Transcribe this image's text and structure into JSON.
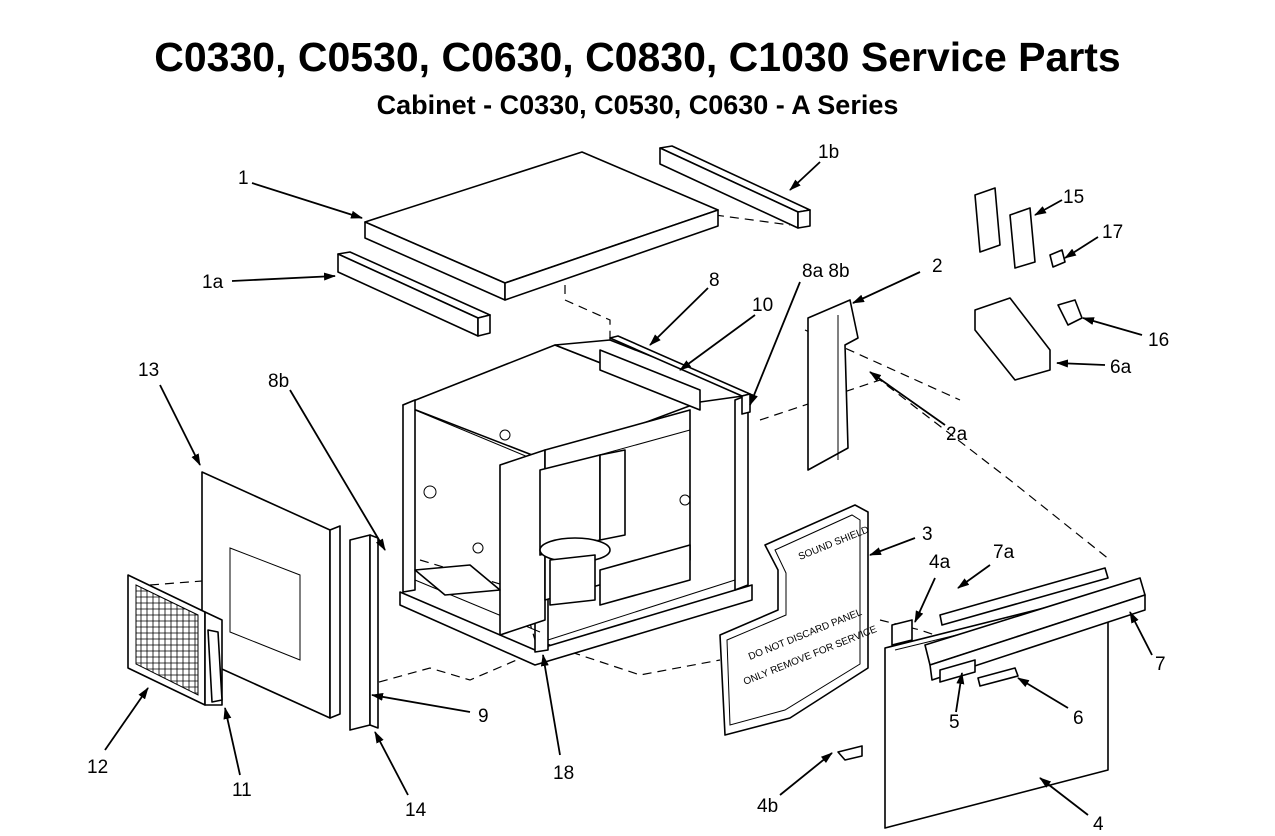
{
  "title": "C0330, C0530, C0630, C0830, C1030 Service Parts",
  "subtitle": "Cabinet - C0330, C0530, C0630 - A Series",
  "panel_text": {
    "line1": "DO NOT DISCARD PANEL",
    "line2": "ONLY REMOVE FOR SERVICE",
    "sound_shield": "SOUND SHIELD"
  },
  "callouts": {
    "c1": "1",
    "c1a": "1a",
    "c1b": "1b",
    "c2": "2",
    "c2a": "2a",
    "c3": "3",
    "c4": "4",
    "c4a": "4a",
    "c4b": "4b",
    "c5": "5",
    "c6": "6",
    "c6a": "6a",
    "c7": "7",
    "c7a": "7a",
    "c8": "8",
    "c8a8b": "8a 8b",
    "c8b": "8b",
    "c9": "9",
    "c10": "10",
    "c11": "11",
    "c12": "12",
    "c13": "13",
    "c14": "14",
    "c15": "15",
    "c16": "16",
    "c17": "17",
    "c18": "18"
  }
}
